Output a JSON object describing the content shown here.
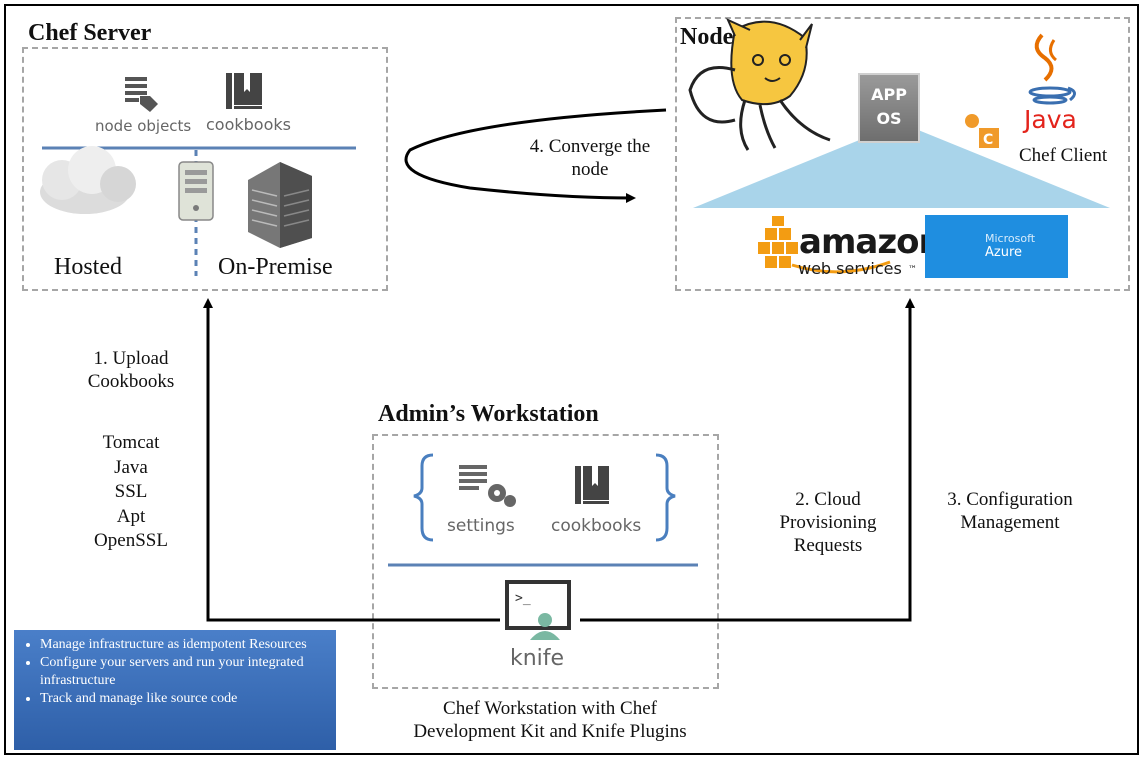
{
  "chef_server": {
    "title": "Chef Server",
    "node_objects": "node objects",
    "cookbooks": "cookbooks",
    "hosted": "Hosted",
    "on_premise": "On-Premise"
  },
  "nodes": {
    "title": "Node(s)",
    "app": "APP",
    "os": "OS",
    "java": "Java",
    "chef_client": "Chef Client",
    "amazon": "amazon",
    "web_services": "web services",
    "tm": "™",
    "microsoft": "Microsoft",
    "azure": "Azure"
  },
  "steps": {
    "converge": "4. Converge the\nnode",
    "upload": "1. Upload\nCookbooks",
    "cookbook_list": "Tomcat\nJava\nSSL\nApt\nOpenSSL",
    "cloud": "2. Cloud\nProvisioning\nRequests",
    "config": "3. Configuration\nManagement"
  },
  "workstation": {
    "title": "Admin’s Workstation",
    "settings": "settings",
    "cookbooks": "cookbooks",
    "knife": "knife",
    "caption": "Chef Workstation with Chef\nDevelopment Kit and Knife Plugins"
  },
  "benefits": [
    "Manage infrastructure as idempotent Resources",
    "Configure your servers and run your integrated infrastructure",
    "Track and manage like source code"
  ],
  "colors": {
    "divider": "#5b82b5",
    "bracket": "#4a7fbf",
    "triangle": "#a9d4ea",
    "azure": "#1f8ee0",
    "benefit_box": "#3a6cb6"
  }
}
